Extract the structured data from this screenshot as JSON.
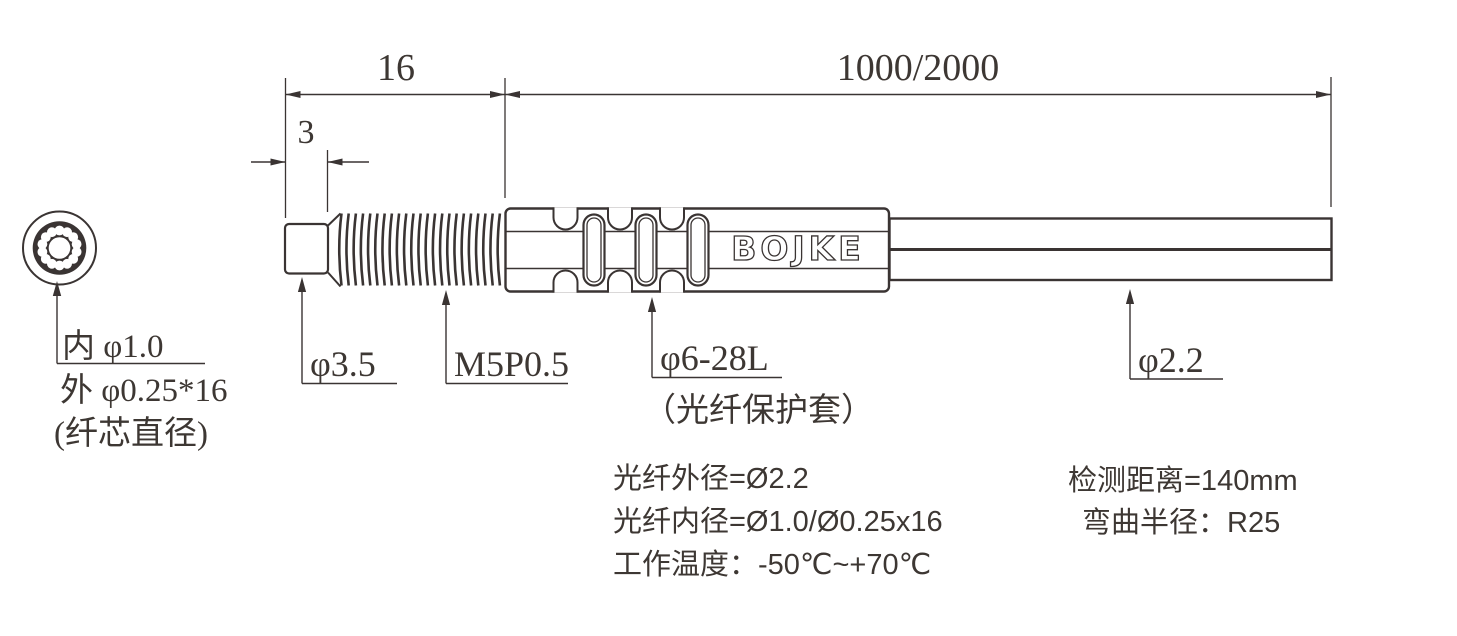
{
  "colors": {
    "line": "#3a3433",
    "text": "#3d3733",
    "background": "#ffffff"
  },
  "logo": {
    "text": "BOJKE"
  },
  "dimensions": {
    "thread_length": "16",
    "tip_length": "3",
    "cable_length": "1000/2000"
  },
  "labels": {
    "tip_diameter": "φ3.5",
    "thread_spec": "M5P0.5",
    "protector_spec": "φ6-28L",
    "protector_note": "（光纤保护套）",
    "cable_diameter": "φ2.2"
  },
  "cross_section": {
    "inner_diameter": "内 φ1.0",
    "outer_diameter": "外 φ0.25*16",
    "note": "(纤芯直径)"
  },
  "specs": {
    "left": [
      "光纤外径=Ø2.2",
      "光纤内径=Ø1.0/Ø0.25x16",
      "工作温度：-50℃~+70℃"
    ],
    "right": [
      "检测距离=140mm",
      "弯曲半径：R25"
    ]
  }
}
